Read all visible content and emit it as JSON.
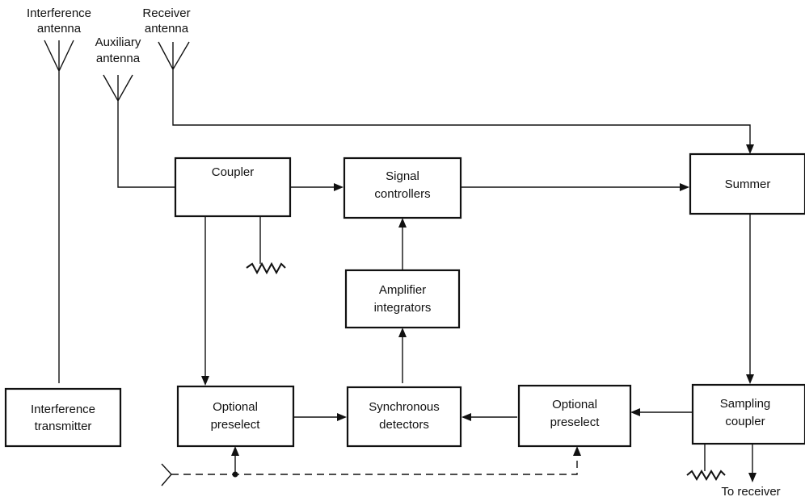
{
  "blocks": {
    "coupler": "Coupler",
    "signal_controllers": [
      "Signal",
      "controllers"
    ],
    "summer": "Summer",
    "amplifier_integrators": [
      "Amplifier",
      "integrators"
    ],
    "interference_transmitter": [
      "Interference",
      "transmitter"
    ],
    "optional_preselect_left": [
      "Optional",
      "preselect"
    ],
    "synchronous_detectors": [
      "Synchronous",
      "detectors"
    ],
    "optional_preselect_right": [
      "Optional",
      "preselect"
    ],
    "sampling_coupler": [
      "Sampling",
      "coupler"
    ]
  },
  "antennas": {
    "interference": [
      "Interference",
      "antenna"
    ],
    "auxiliary": [
      "Auxiliary",
      "antenna"
    ],
    "receiver": [
      "Receiver",
      "antenna"
    ]
  },
  "labels": {
    "to_receiver": "To receiver"
  },
  "colors": {
    "line": "#111111",
    "background": "#ffffff"
  },
  "icons": [
    "antenna-icon",
    "resistor-termination-icon",
    "input-antenna-icon",
    "junction-dot-icon"
  ]
}
